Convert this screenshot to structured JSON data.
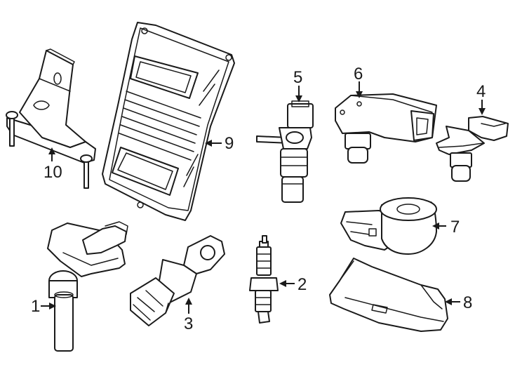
{
  "diagram": {
    "background_color": "#ffffff",
    "line_color": "#1a1a1a",
    "callouts": [
      {
        "id": "1",
        "label": "1"
      },
      {
        "id": "2",
        "label": "2"
      },
      {
        "id": "3",
        "label": "3"
      },
      {
        "id": "4",
        "label": "4"
      },
      {
        "id": "5",
        "label": "5"
      },
      {
        "id": "6",
        "label": "6"
      },
      {
        "id": "7",
        "label": "7"
      },
      {
        "id": "8",
        "label": "8"
      },
      {
        "id": "9",
        "label": "9"
      },
      {
        "id": "10",
        "label": "10"
      }
    ]
  }
}
